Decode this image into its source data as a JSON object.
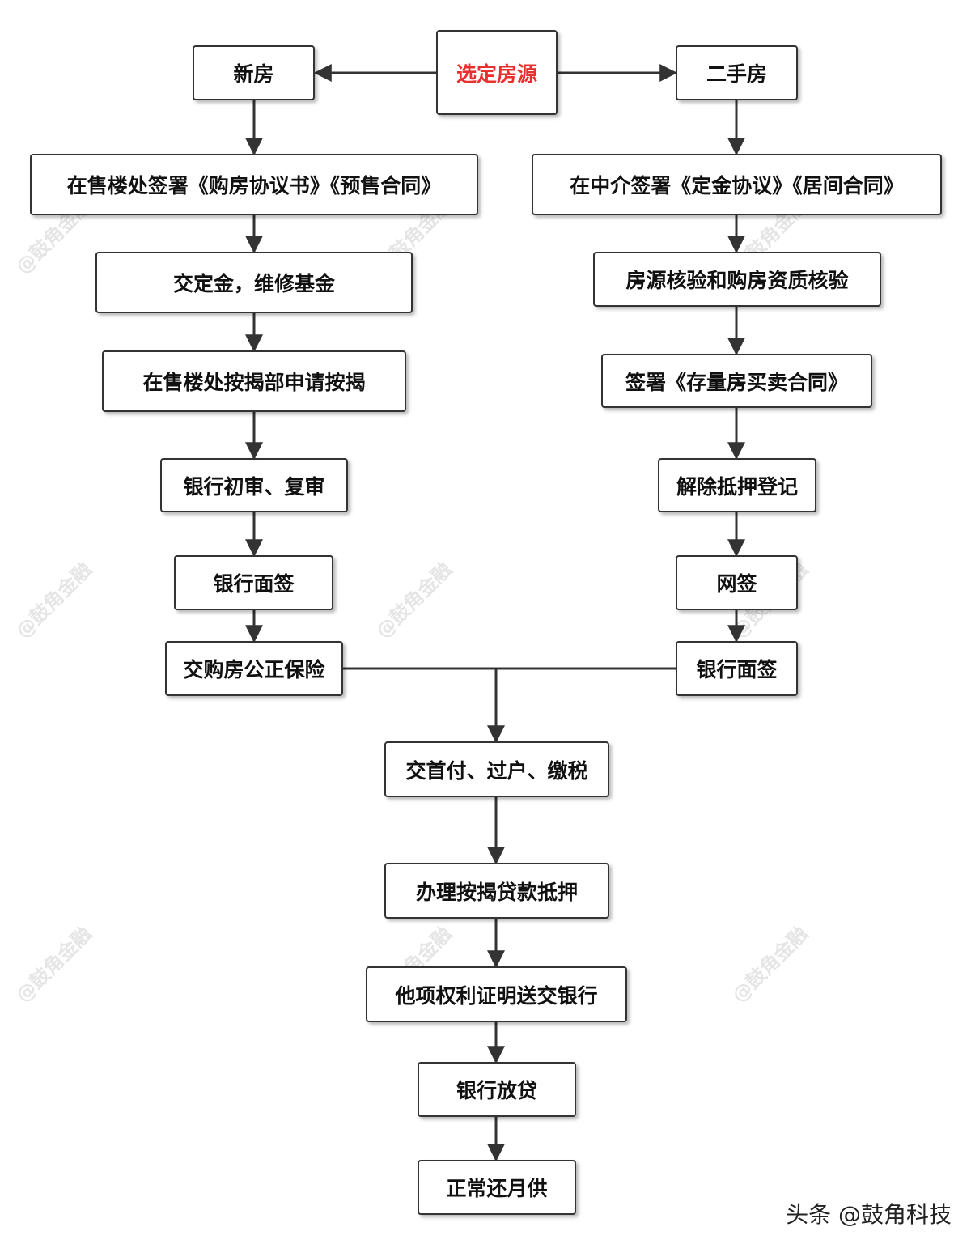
{
  "start": "选定房源",
  "new_house": {
    "title": "新房",
    "steps": [
      "在售楼处签署《购房协议书》《预售合同》",
      "交定金，维修基金",
      "在售楼处按揭部申请按揭",
      "银行初审、复审",
      "银行面签",
      "交购房公正保险"
    ]
  },
  "second_hand_house": {
    "title": "二手房",
    "steps": [
      "在中介签署《定金协议》《居间合同》",
      "房源核验和购房资质核验",
      "签署《存量房买卖合同》",
      "解除抵押登记",
      "网签",
      "银行面签"
    ]
  },
  "common_steps": [
    "交首付、过户、缴税",
    "办理按揭贷款抵押",
    "他项权利证明送交银行",
    "银行放贷",
    "正常还月供"
  ],
  "watermark": "@鼓角金融",
  "footer": "头条 @鼓角科技",
  "colors": {
    "start_text": "#e8302e",
    "border": "#333333",
    "arrow": "#333333"
  }
}
